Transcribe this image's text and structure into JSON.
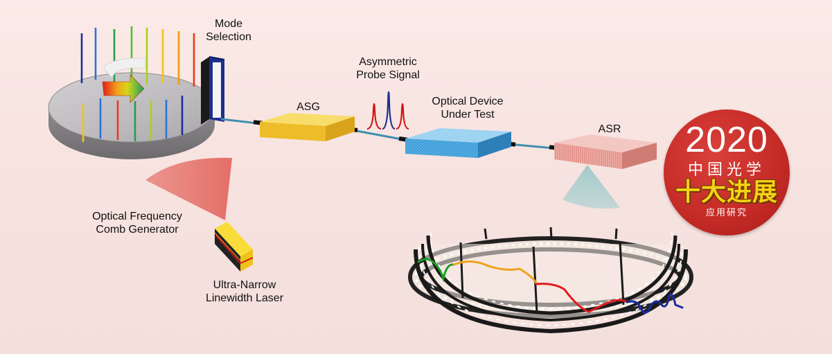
{
  "labels": {
    "mode_selection": "Mode\nSelection",
    "asymmetric_probe": "Asymmetric\nProbe Signal",
    "asg": "ASG",
    "optical_device": "Optical Device\nUnder Test",
    "asr": "ASR",
    "comb_generator": "Optical Frequency\nComb Generator",
    "laser": "Ultra-Narrow\nLinewidth Laser"
  },
  "badge": {
    "year": "2020",
    "line1": "中国光学",
    "line2": "十大进展",
    "line3": "应用研究"
  },
  "colors": {
    "background": "#f7e4e1",
    "asg_box": "#f3c62f",
    "dut_box": "#4aa6df",
    "asr_box": "#e8978f",
    "fiber": "#3f8fae",
    "badge_red": "#c42a26",
    "badge_gold": "#f5d117",
    "probe_red": "#d21414",
    "probe_blue": "#1b2f8f"
  },
  "comb_line_colors": [
    "#1a2fa0",
    "#2a73d9",
    "#21a04a",
    "#53bf2a",
    "#a8d21a",
    "#f2c21a",
    "#f29a17",
    "#e63c18",
    "#1a2fa0",
    "#21a04a"
  ],
  "film_trace_colors": [
    "#1aa024",
    "#f0a21a",
    "#e01a1a",
    "#1a2aa0"
  ]
}
